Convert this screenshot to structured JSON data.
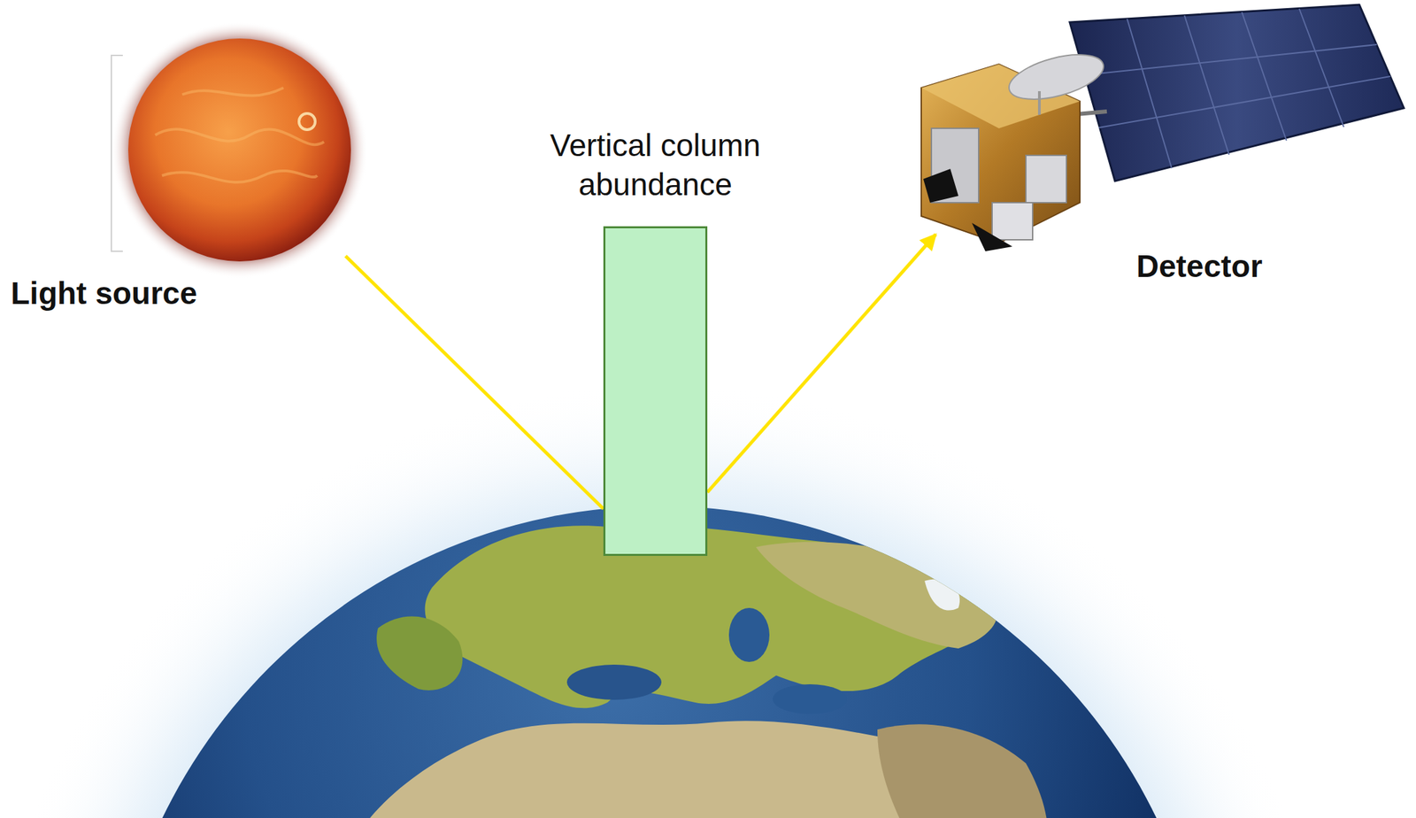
{
  "diagram": {
    "nodes": [
      {
        "text": [
          "Light source"
        ]
      },
      {
        "text": [
          "Vertical column abundance"
        ]
      },
      {
        "text": [
          "Detector"
        ]
      }
    ],
    "edges": [
      {
        "from": 0,
        "to": 1,
        "arrow": "none"
      },
      {
        "from": 1,
        "to": 2,
        "arrow": "to"
      }
    ]
  }
}
